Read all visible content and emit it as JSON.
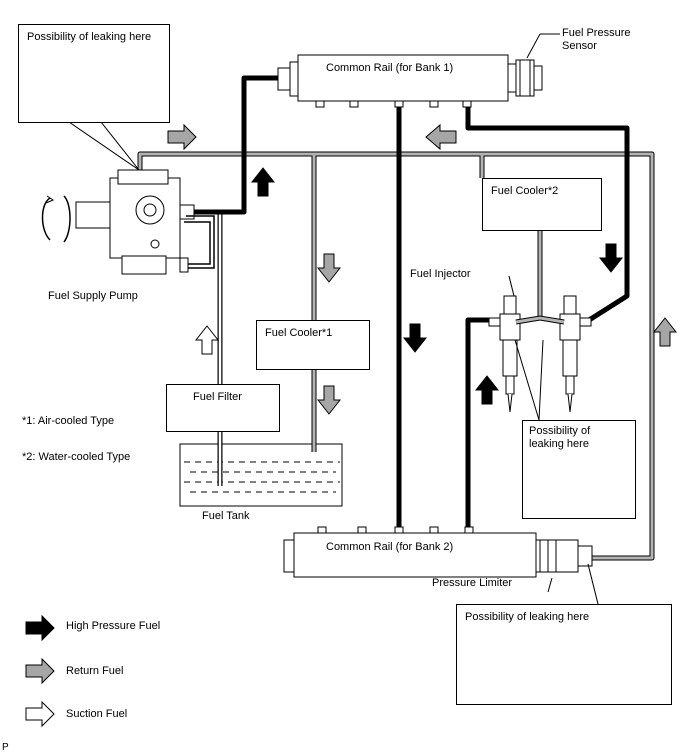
{
  "labels": {
    "leak_top": "Possibility of leaking here",
    "common_rail_1": "Common Rail (for Bank 1)",
    "fuel_pressure_sensor_line1": "Fuel Pressure",
    "fuel_pressure_sensor_line2": "Sensor",
    "fuel_cooler_2": "Fuel Cooler*2",
    "fuel_injector": "Fuel Injector",
    "fuel_supply_pump": "Fuel Supply Pump",
    "fuel_cooler_1": "Fuel Cooler*1",
    "fuel_filter": "Fuel Filter",
    "note_1": "*1: Air-cooled Type",
    "note_2": "*2: Water-cooled Type",
    "leak_injector_line1": "Possibility of",
    "leak_injector_line2": "leaking here",
    "fuel_tank": "Fuel Tank",
    "common_rail_2": "Common Rail (for Bank 2)",
    "pressure_limiter": "Pressure Limiter",
    "leak_bottom": "Possibility of leaking here",
    "corner_mark": "P"
  },
  "legend": [
    {
      "label": "High Pressure Fuel",
      "style": "solid-black"
    },
    {
      "label": "Return Fuel",
      "style": "gray"
    },
    {
      "label": "Suction Fuel",
      "style": "outline"
    }
  ],
  "colors": {
    "high_pressure": "#000000",
    "return": "#a6a6a6",
    "suction": "#ffffff"
  }
}
